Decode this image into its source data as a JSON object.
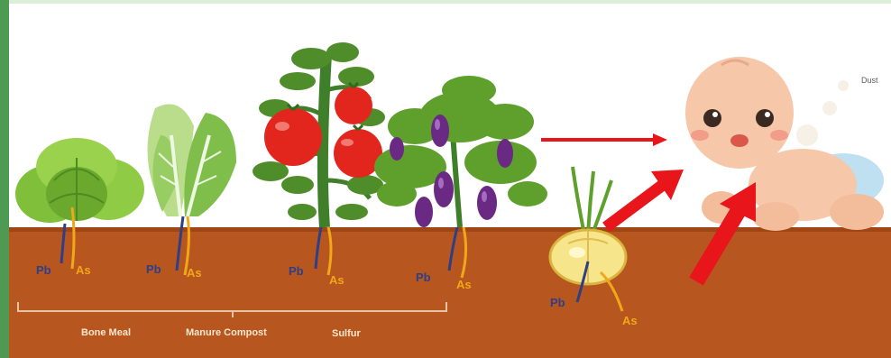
{
  "root_labels": {
    "lead": "Pb",
    "arsenic": "As",
    "arsenic_lettuce": "As"
  },
  "amendments": [
    "Bone Meal",
    "Manure Compost",
    "Sulfur"
  ],
  "dust_label": "Dust",
  "colors": {
    "soil": "#b8561f",
    "soil_dark": "#9e4616",
    "lead_root": "#2e3f86",
    "arsenic_root": "#f0a818",
    "arrow": "#e8151b",
    "border_green": "#4e9a52",
    "plant_green": "#5ea02b",
    "tomato": "#e2261d",
    "eggplant": "#6a2a83"
  },
  "icons": [
    "lettuce-icon",
    "bok-choy-icon",
    "tomato-plant-icon",
    "eggplant-plant-icon",
    "onion-icon",
    "baby-icon"
  ]
}
